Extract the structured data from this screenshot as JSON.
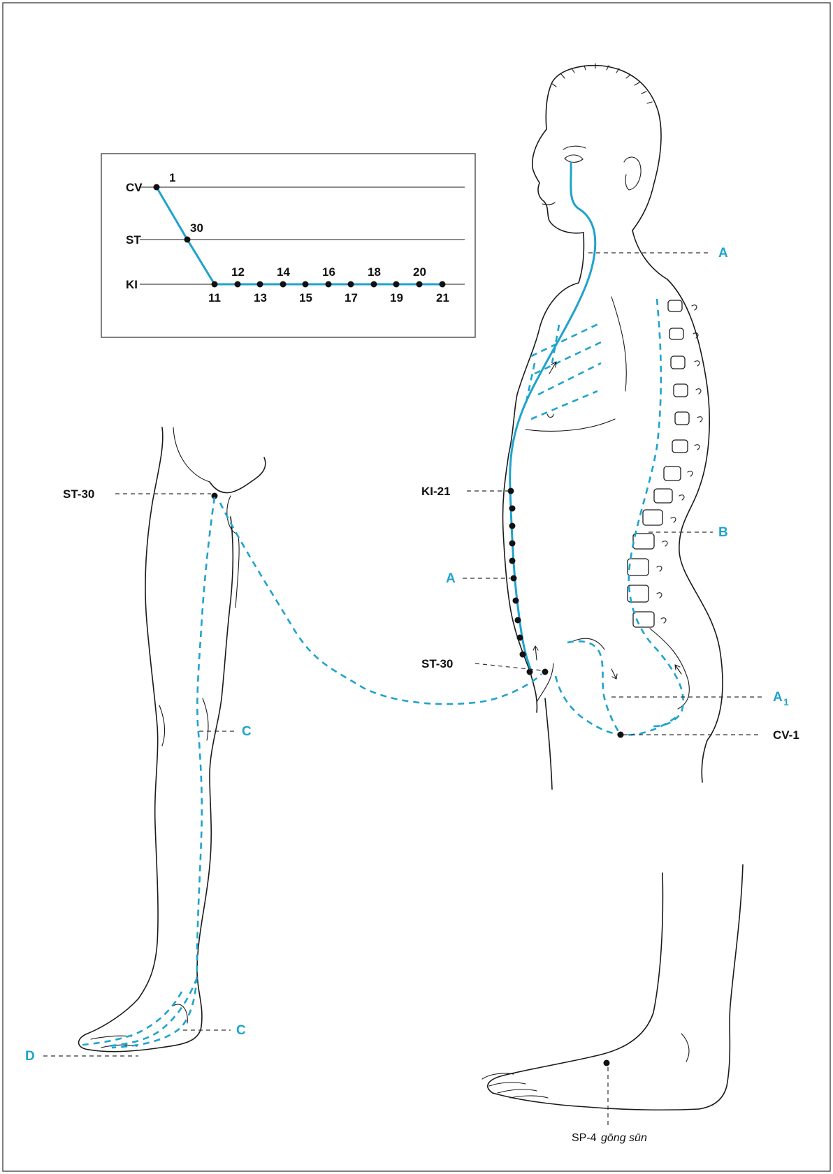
{
  "colors": {
    "channel": "#1fa3cc",
    "ink": "#1a1a1a",
    "background": "#ffffff"
  },
  "inset": {
    "rows": [
      {
        "label": "CV",
        "points": [
          "1"
        ]
      },
      {
        "label": "ST",
        "points": [
          "30"
        ]
      },
      {
        "label": "KI",
        "points_top": [
          "12",
          "14",
          "16",
          "18",
          "20"
        ],
        "points_bottom": [
          "11",
          "13",
          "15",
          "17",
          "19",
          "21"
        ]
      }
    ]
  },
  "labels": {
    "leg_st30": "ST-30",
    "ki21": "KI-21",
    "body_st30": "ST-30",
    "cv1": "CV-1",
    "sp4_code": "SP-4",
    "sp4_name": "gōng sūn"
  },
  "pathways": {
    "a_neck": "A",
    "a_abdomen": "A",
    "a1_base": "A",
    "a1_sub": "1",
    "b": "B",
    "c_leg": "C",
    "c_ankle": "C",
    "d": "D"
  }
}
